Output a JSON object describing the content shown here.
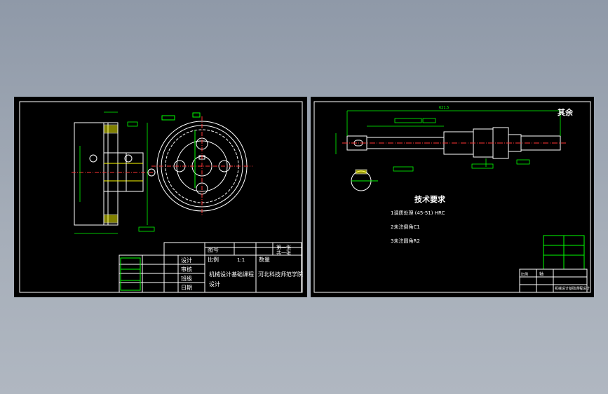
{
  "colors": {
    "background": "#9aa3b0",
    "sheet": "#000000",
    "line": "#ffffff",
    "dim": "#00ff00",
    "accent": "#ffff00",
    "red": "#ff3030"
  },
  "left_sheet": {
    "title_block": {
      "drawing_no_label": "图号",
      "sheet_label": "第一张",
      "sheet_total": "共一张",
      "scale_label": "比例",
      "scale_value": "1:1",
      "qty_label": "数量",
      "course_title": "机械设计基础课程",
      "course_title_2": "设计",
      "school": "河北科技师范学院",
      "rows": [
        "设计",
        "审核",
        "班级",
        "日期"
      ]
    }
  },
  "right_sheet": {
    "overall_length": "621.5",
    "roughness": "其余",
    "tech_title": "技术要求",
    "tech_notes": [
      "1调质处理 (45-51) HRC",
      "2未注倒角C1",
      "3未注圆角R2"
    ],
    "title_block": {
      "row1": "比例",
      "name": "轴",
      "school": "机械设计基础课程设计"
    }
  }
}
